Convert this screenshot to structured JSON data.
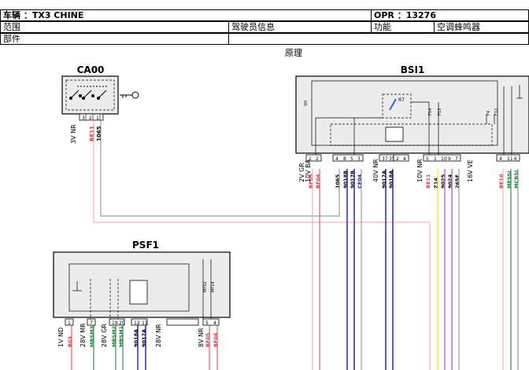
{
  "header": {
    "vehicle": "车辆 ：TX3 CHINE",
    "opr": "OPR ：13276",
    "scope_label": "范围",
    "scope_value": "驾驶员信息",
    "function_label": "功能",
    "function_value": "空调蜂鸣器",
    "parts_label": "部件",
    "diagram_caption": "原理"
  },
  "colors": {
    "red": "#e0404a",
    "pink": "#f0a0b0",
    "blue": "#1a1aa0",
    "green": "#1a7a3a",
    "yellow": "#e8e800",
    "magenta": "#cc44cc",
    "gray": "#888888",
    "black": "#000000"
  },
  "components": {
    "ca00": {
      "name": "CA00",
      "connector_label": "3V NR",
      "pins": [
        "3",
        "2",
        "1"
      ],
      "wires": [
        {
          "label": "BE11",
          "color": "red"
        },
        {
          "label": "1065",
          "color": "black"
        }
      ]
    },
    "bsi1": {
      "name": "BSI1",
      "internal_labels": [
        "SH",
        "R7",
        "F14",
        "F13",
        "F4",
        "F12"
      ],
      "connectors": [
        {
          "label": "2V GR",
          "pins": [
            "1",
            "2"
          ],
          "wires": [
            {
              "label": "BF05",
              "color": "red"
            },
            {
              "label": "BF04",
              "color": "red"
            }
          ]
        },
        {
          "label": "10V BA",
          "pins": [
            "4",
            "8",
            "5",
            "3"
          ],
          "wires": [
            {
              "label": "1065",
              "color": "black"
            },
            {
              "label": "9018B",
              "color": "black"
            },
            {
              "label": "9017B",
              "color": "black"
            },
            {
              "label": "CE04",
              "color": "blue"
            }
          ]
        },
        {
          "label": "40V NR",
          "pins": [
            "37",
            "35"
          ],
          "wires": [
            {
              "label": "9017A",
              "color": "black"
            },
            {
              "label": "9018A",
              "color": "black"
            }
          ]
        },
        {
          "label": "",
          "pins": [
            "2",
            "4"
          ],
          "wires": []
        },
        {
          "label": "10V NR",
          "pins": [
            "5",
            "1",
            "10",
            "9",
            "7"
          ],
          "wires": [
            {
              "label": "BE11",
              "color": "red"
            },
            {
              "label": "Z14",
              "color": "black"
            },
            {
              "label": "9025",
              "color": "black"
            },
            {
              "label": "9024",
              "color": "black"
            },
            {
              "label": "265F",
              "color": "black"
            }
          ]
        },
        {
          "label": "16V VE",
          "pins": [
            "4",
            "11",
            "6"
          ],
          "wires": [
            {
              "label": "BE10",
              "color": "red"
            },
            {
              "label": "MESSI",
              "color": "green"
            },
            {
              "label": "MCBSI",
              "color": "green"
            }
          ]
        }
      ]
    },
    "psf1": {
      "name": "PSF1",
      "internal_labels": [
        "MF02",
        "MF14"
      ],
      "connectors": [
        {
          "label": "1V ND",
          "pins": [
            "1"
          ],
          "wires": [
            {
              "label": "B03",
              "color": "red"
            }
          ]
        },
        {
          "label": "28V MR",
          "pins": [
            "7"
          ],
          "wires": [
            {
              "label": "MBSM3",
              "color": "green"
            }
          ]
        },
        {
          "label": "28V GR",
          "pins": [
            "19",
            "20"
          ],
          "wires": [
            {
              "label": "MBSM2",
              "color": "green"
            },
            {
              "label": "MBSM1",
              "color": "green"
            }
          ]
        },
        {
          "label": "28V NR",
          "pins": [
            "12",
            "11"
          ],
          "wires": [
            {
              "label": "9018A",
              "color": "black"
            },
            {
              "label": "9017A",
              "color": "black"
            }
          ]
        },
        {
          "label": "8V NR",
          "pins": [
            "5",
            "4"
          ],
          "wires": [
            {
              "label": "BF05",
              "color": "red"
            },
            {
              "label": "BF04",
              "color": "red"
            }
          ]
        }
      ]
    }
  }
}
